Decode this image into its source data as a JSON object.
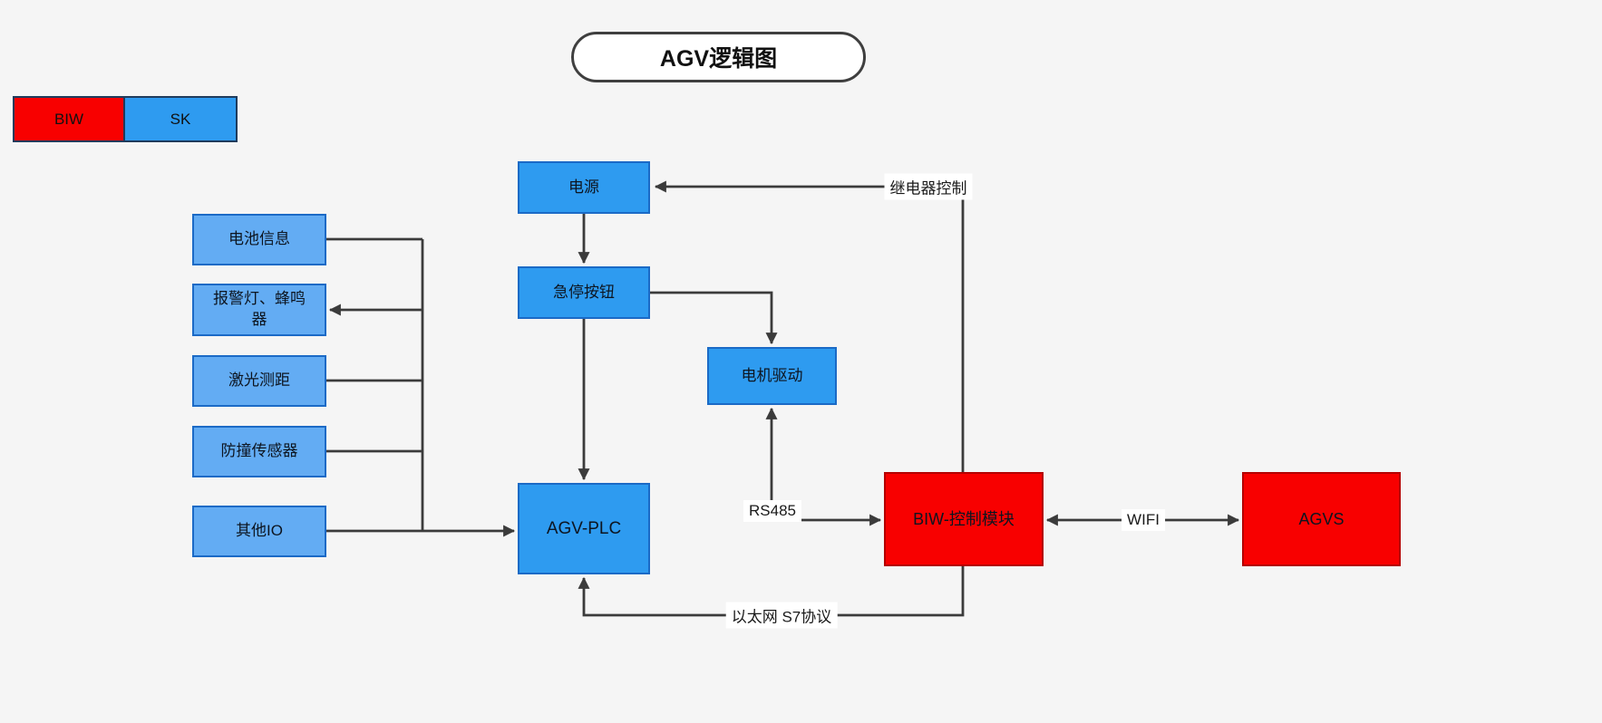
{
  "title": "AGV逻辑图",
  "legend": {
    "items": [
      {
        "label": "BIW",
        "color": "#f80000"
      },
      {
        "label": "SK",
        "color": "#2e9bf0"
      }
    ]
  },
  "nodes": {
    "power": {
      "label": "电源"
    },
    "estop": {
      "label": "急停按钮"
    },
    "motor_drive": {
      "label": "电机驱动"
    },
    "agv_plc": {
      "label": "AGV-PLC"
    },
    "battery_info": {
      "label": "电池信息"
    },
    "alarm_buzzer": {
      "label": "报警灯、蜂鸣器"
    },
    "laser_ranging": {
      "label": "激光测距"
    },
    "collision_sensor": {
      "label": "防撞传感器"
    },
    "other_io": {
      "label": "其他IO"
    },
    "biw_control": {
      "label": "BIW-控制模块"
    },
    "agvs": {
      "label": "AGVS"
    }
  },
  "edge_labels": {
    "relay_control": "继电器控制",
    "rs485": "RS485",
    "wifi": "WIFI",
    "ethernet_s7": "以太网 S7协议"
  },
  "colors": {
    "background": "#f5f5f5",
    "biw_red": "#f80000",
    "sk_blue": "#2e9bf0",
    "sensor_blue": "#63acf3",
    "connector": "#3b3b3b"
  }
}
